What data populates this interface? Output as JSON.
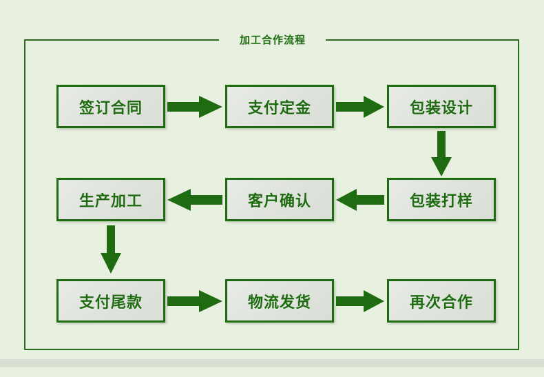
{
  "frame": {
    "title": "加工合作流程"
  },
  "colors": {
    "page_background": "#e8f0e0",
    "frame_border": "#2a6b1e",
    "node_border": "#1f6b12",
    "node_fill": "#dfe3dc",
    "text_green": "#1f6b12",
    "arrow_green": "#1f6b12",
    "bottom_band": "#d9dfd3"
  },
  "flow": {
    "rows": [
      {
        "direction": "left-to-right",
        "nodes": [
          {
            "id": "sign-contract",
            "label": "签订合同"
          },
          {
            "id": "pay-deposit",
            "label": "支付定金"
          },
          {
            "id": "packaging-design",
            "label": "包装设计"
          }
        ]
      },
      {
        "direction": "right-to-left",
        "nodes": [
          {
            "id": "production-processing",
            "label": "生产加工"
          },
          {
            "id": "customer-confirmation",
            "label": "客户确认"
          },
          {
            "id": "packaging-proofing",
            "label": "包装打样"
          }
        ]
      },
      {
        "direction": "left-to-right",
        "nodes": [
          {
            "id": "pay-balance",
            "label": "支付尾款"
          },
          {
            "id": "logistics-shipping",
            "label": "物流发货"
          },
          {
            "id": "cooperate-again",
            "label": "再次合作"
          }
        ]
      }
    ],
    "connectors": [
      {
        "id": "arrow-right-1",
        "icon": "arrow-right-icon",
        "from": "sign-contract",
        "to": "pay-deposit"
      },
      {
        "id": "arrow-right-2",
        "icon": "arrow-right-icon",
        "from": "pay-deposit",
        "to": "packaging-design"
      },
      {
        "id": "arrow-down-1",
        "icon": "arrow-down-icon",
        "from": "packaging-design",
        "to": "packaging-proofing"
      },
      {
        "id": "arrow-left-1",
        "icon": "arrow-left-icon",
        "from": "packaging-proofing",
        "to": "customer-confirmation"
      },
      {
        "id": "arrow-left-2",
        "icon": "arrow-left-icon",
        "from": "customer-confirmation",
        "to": "production-processing"
      },
      {
        "id": "arrow-down-2",
        "icon": "arrow-down-icon",
        "from": "production-processing",
        "to": "pay-balance"
      },
      {
        "id": "arrow-right-3",
        "icon": "arrow-right-icon",
        "from": "pay-balance",
        "to": "logistics-shipping"
      },
      {
        "id": "arrow-right-4",
        "icon": "arrow-right-icon",
        "from": "logistics-shipping",
        "to": "cooperate-again"
      }
    ]
  }
}
